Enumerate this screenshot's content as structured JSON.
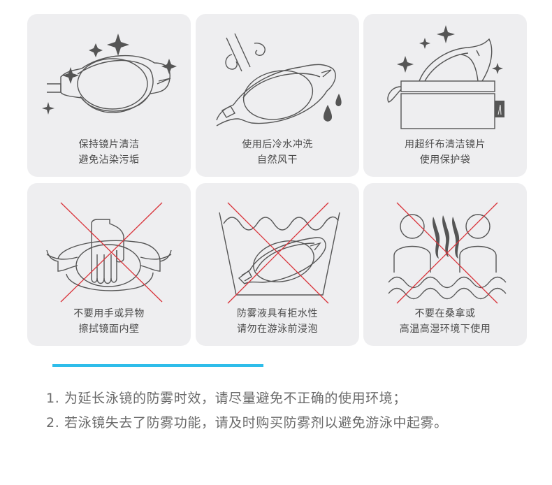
{
  "cards": [
    {
      "icon": "sparkling-goggle-icon",
      "lines": [
        "保持镜片清洁",
        "避免沾染污垢"
      ],
      "prohibited": false
    },
    {
      "icon": "rinse-dry-goggle-icon",
      "lines": [
        "使用后冷水冲洗",
        "自然风干"
      ],
      "prohibited": false
    },
    {
      "icon": "goggle-in-pouch-icon",
      "lines": [
        "用超纤布清洁镜片",
        "使用保护袋"
      ],
      "prohibited": false
    },
    {
      "icon": "hand-wiping-lens-icon",
      "lines": [
        "不要用手或异物",
        "擦拭镜面内壁"
      ],
      "prohibited": true
    },
    {
      "icon": "goggle-soaking-icon",
      "lines": [
        "防雾液具有拒水性",
        "请勿在游泳前浸泡"
      ],
      "prohibited": true
    },
    {
      "icon": "sauna-steam-icon",
      "lines": [
        "不要在桑拿或",
        "高温高湿环境下使用"
      ],
      "prohibited": true
    }
  ],
  "notes": [
    "1. 为延长泳镜的防雾时效，请尽量避免不正确的使用环境；",
    "2. 若泳镜失去了防雾功能，请及时购买防雾剂以避免游泳中起雾。"
  ],
  "colors": {
    "card_bg": "#eeeef0",
    "icon_stroke": "#555555",
    "cross_red": "#d9343b",
    "accent_line": "#2ebdea",
    "caption_text": "#4a4a4a",
    "note_text": "#6a6a6a"
  }
}
